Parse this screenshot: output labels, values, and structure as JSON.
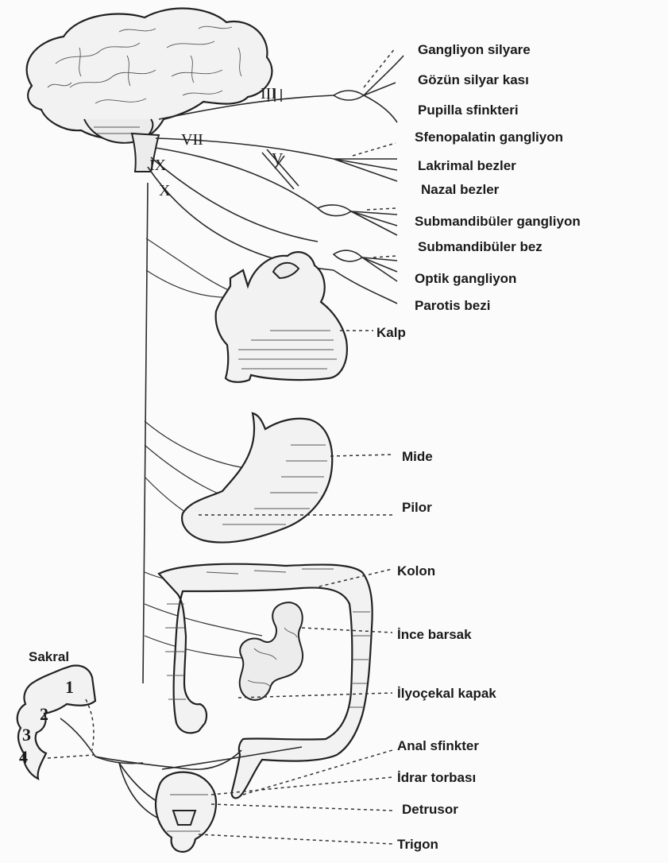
{
  "nerves": {
    "iii": "III",
    "vii": "VII",
    "v": "V",
    "ix": "IX",
    "x": "X"
  },
  "sacral": {
    "title": "Sakral",
    "segments": [
      "1",
      "2",
      "3",
      "4"
    ]
  },
  "labels": {
    "gangliyon_silyare": "Gangliyon silyare",
    "gozun_silyar_kasi": "Gözün silyar kası",
    "pupilla_sfinkteri": "Pupilla sfinkteri",
    "sfenopalatin_gangliyon": "Sfenopalatin gangliyon",
    "lakrimal_bezler": "Lakrimal bezler",
    "nazal_bezler": "Nazal bezler",
    "submandibuler_gangliyon": "Submandibüler gangliyon",
    "submandibuler_bez": "Submandibüler bez",
    "optik_gangliyon": "Optik gangliyon",
    "parotis_bezi": "Parotis bezi",
    "kalp": "Kalp",
    "mide": "Mide",
    "pilor": "Pilor",
    "kolon": "Kolon",
    "ince_barsak": "İnce barsak",
    "ilyocekal_kapak": "İlyoçekal kapak",
    "anal_sfinkter": "Anal sfinkter",
    "idrar_torbasi": "İdrar torbası",
    "detrusor": "Detrusor",
    "trigon": "Trigon"
  },
  "icons": {
    "brain": "brain-icon",
    "heart": "heart-icon",
    "stomach": "stomach-icon",
    "colon": "colon-icon",
    "bladder": "bladder-icon"
  }
}
